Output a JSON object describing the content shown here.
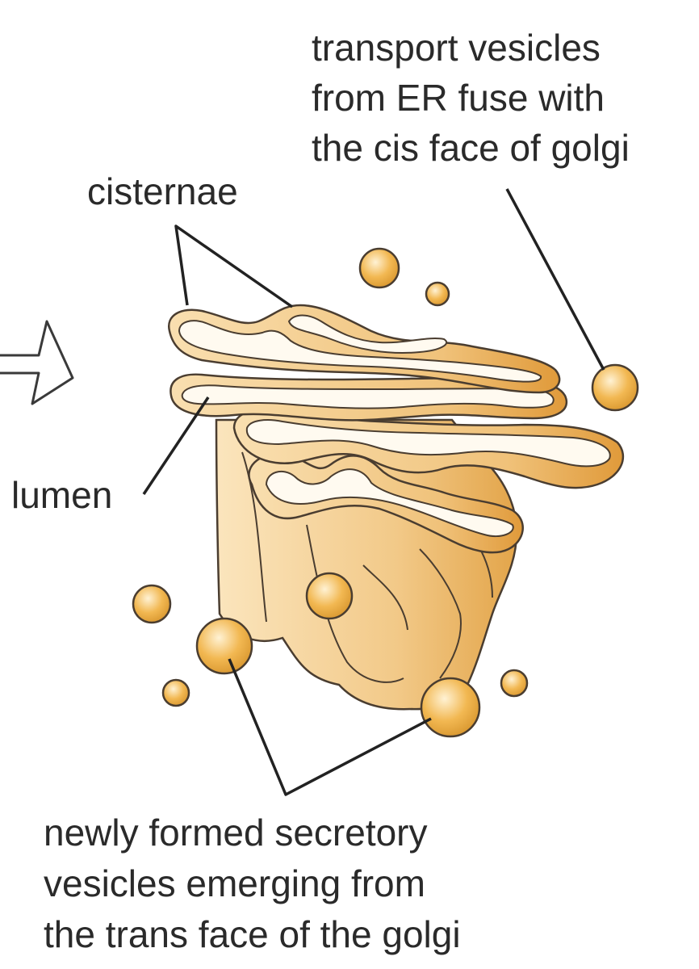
{
  "labels": {
    "cis_face": [
      "transport vesicles",
      "from ER fuse with",
      "the cis face of golgi"
    ],
    "cisternae": "cisternae",
    "lumen": "lumen",
    "trans_face": [
      "newly formed secretory",
      "vesicles emerging from",
      "the trans face of the golgi"
    ]
  },
  "colors": {
    "golgi_light": "#f8dcaa",
    "golgi_mid": "#efc27a",
    "golgi_dark": "#e0a040",
    "membrane_outline": "#4a3d30",
    "lumen_fill": "#fffaf0",
    "vesicle_fill": "#f2b852",
    "leader_line": "#222222"
  }
}
